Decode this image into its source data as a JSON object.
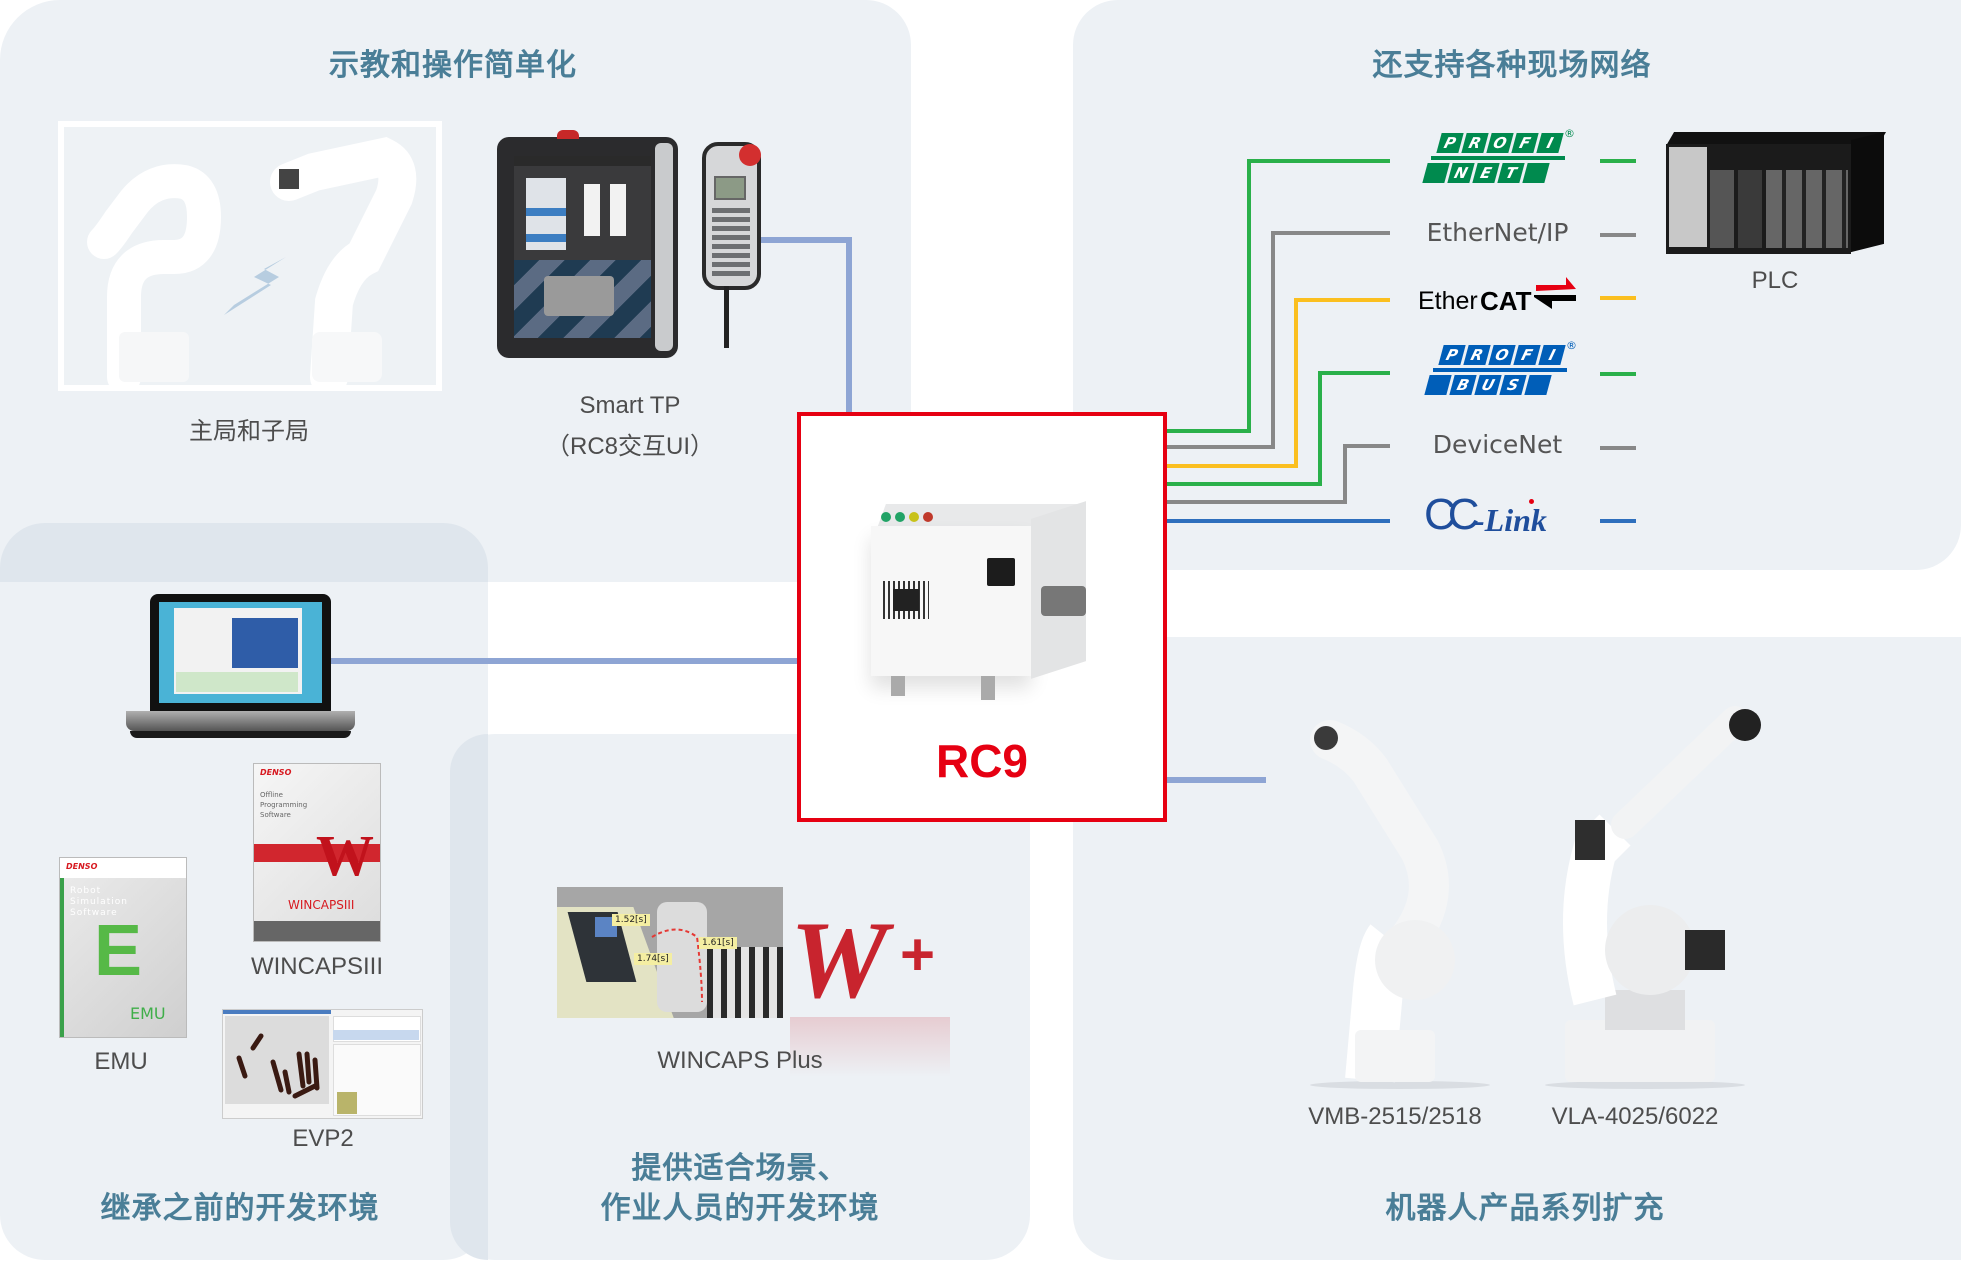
{
  "panels": {
    "teaching": {
      "title": "示教和操作简单化",
      "items": [
        {
          "label": "主局和子局"
        },
        {
          "label_line1": "Smart TP",
          "label_line2": "（RC8交互UI）"
        }
      ]
    },
    "networks": {
      "title": "还支持各种现场网络",
      "items": [
        {
          "name": "PROFINET",
          "logo_top": "PROFI",
          "logo_bottom": "NET",
          "line_color": "#2ab04a"
        },
        {
          "name": "EtherNet/IP",
          "line_color": "#888888"
        },
        {
          "name": "EtherCAT",
          "logo_thin": "Ether",
          "logo_bold": "CAT",
          "line_color": "#fbbf1f"
        },
        {
          "name": "PROFIBUS",
          "logo_top": "PROFI",
          "logo_bottom": "BUS",
          "line_color": "#2ab04a"
        },
        {
          "name": "DeviceNet",
          "line_color": "#888888"
        },
        {
          "name": "CC-Link",
          "logo_cc": "CC",
          "logo_link": "-Link",
          "line_color": "#2e6fbd"
        }
      ],
      "plc_label": "PLC"
    },
    "legacy": {
      "title": "继承之前的开发环境",
      "items": [
        {
          "label": "WINCAPSIII",
          "cover_brand": "DENSO",
          "cover_text": [
            "Offline",
            "Programming",
            "Software"
          ],
          "cover_logo": "WINCAPSIII"
        },
        {
          "label": "EMU",
          "cover_brand": "DENSO",
          "cover_text": [
            "Robot",
            "Simulation",
            "Software"
          ],
          "cover_logo": "EMU"
        },
        {
          "label": "EVP2"
        }
      ]
    },
    "scenario": {
      "title_line1": "提供适合场景、",
      "title_line2": "作业人员的开发环境",
      "item_label": "WINCAPS Plus",
      "timings": [
        "1.52[s]",
        "1.61[s]",
        "1.74[s]"
      ]
    },
    "robots": {
      "title": "机器人产品系列扩充",
      "items": [
        {
          "label": "VMB-2515/2518"
        },
        {
          "label": "VLA-4025/6022"
        }
      ]
    }
  },
  "center": {
    "label": "RC9",
    "accent": "#e60012"
  },
  "colors": {
    "title": "#4a7e97",
    "link_line": "#8ea5d4"
  }
}
